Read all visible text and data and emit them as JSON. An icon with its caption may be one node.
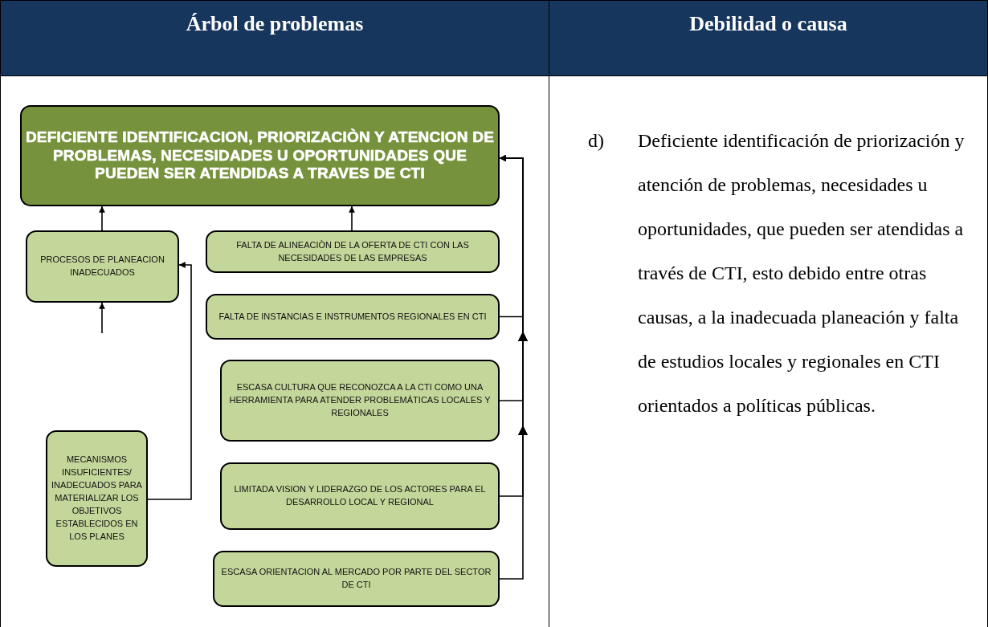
{
  "diagram": {
    "nodes": [
      {
        "text": [
          "DEFICIENTE IDENTIFICACION, PRIORIZACIÒN Y ATENCION  DE  PROBLEMAS, NECESIDADES U OPORTUNIDADES QUE PUEDEN SER ATENDIDAS A TRAVES DE CTI"
        ]
      },
      {
        "text": [
          "PROCESOS DE PLANEACION INADECUADOS"
        ]
      },
      {
        "text": [
          "FALTA DE ALINEACIÒN DE LA OFERTA DE CTI CON LAS NECESIDADES DE LAS EMPRESAS"
        ]
      },
      {
        "text": [
          "FALTA DE INSTANCIAS E INSTRUMENTOS REGIONALES EN CTI"
        ]
      },
      {
        "text": [
          "ESCASA CULTURA QUE RECONOZCA A LA CTI COMO UNA HERRAMIENTA PARA ATENDER PROBLEMÁTICAS LOCALES Y REGIONALES"
        ]
      },
      {
        "text": [
          "LIMITADA VISION Y LIDERAZGO DE LOS ACTORES PARA EL DESARROLLO LOCAL Y REGIONAL"
        ]
      },
      {
        "text": [
          "ESCASA ORIENTACION AL MERCADO POR PARTE DEL SECTOR DE CTI"
        ]
      },
      {
        "text": [
          "MECANISMOS INSUFICIENTES/ INADECUADOS PARA MATERIALIZAR LOS OBJETIVOS ESTABLECIDOS EN LOS PLANES"
        ]
      }
    ],
    "edges": [
      {
        "from": 1,
        "to": 0,
        "arrow": "to"
      },
      {
        "from": 2,
        "to": 0,
        "arrow": "to"
      },
      {
        "from": null,
        "to": 1,
        "arrow": "to"
      },
      {
        "from": 7,
        "to": 1,
        "arrow": "to"
      },
      {
        "from": 3,
        "to": 0,
        "arrow": "to"
      },
      {
        "from": 4,
        "to": 0,
        "arrow": "to"
      },
      {
        "from": 5,
        "to": 0,
        "arrow": "to"
      },
      {
        "from": 6,
        "to": 0,
        "arrow": "to"
      }
    ],
    "labels": [
      "Árbol de problemas",
      "Debilidad o causa",
      "d)",
      "Deficiente identificación de priorización y atención de problemas, necesidades u oportunidades, que pueden ser atendidas a través de CTI, esto debido entre otras causas, a la inadecuada planeación y falta de estudios locales y regionales en CTI orientados a políticas públicas."
    ]
  }
}
